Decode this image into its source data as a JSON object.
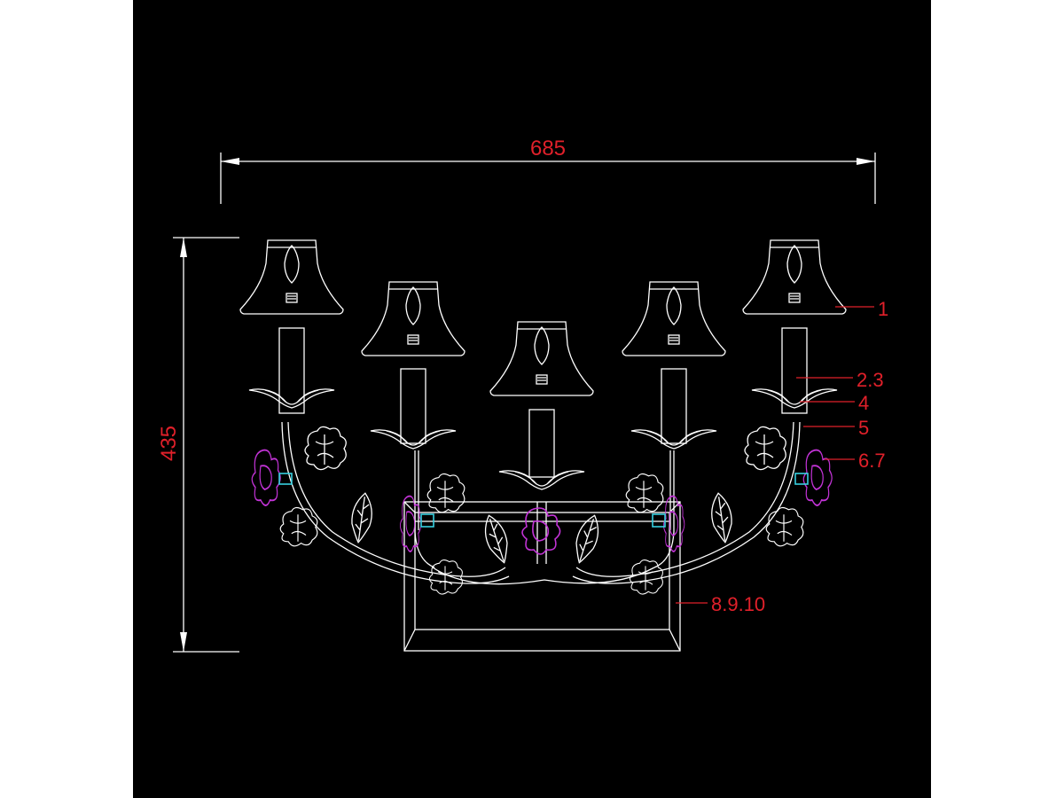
{
  "dimensions": {
    "width_label": "685",
    "height_label": "435"
  },
  "callouts": [
    {
      "label": "1"
    },
    {
      "label": "2.3"
    },
    {
      "label": "4"
    },
    {
      "label": "5"
    },
    {
      "label": "6.7"
    },
    {
      "label": "8.9.10"
    }
  ],
  "colors": {
    "background": "#000000",
    "lines": "#ffffff",
    "dimensions": "#e0202a",
    "flowers": "#c233d6",
    "sockets": "#37d0e0"
  }
}
